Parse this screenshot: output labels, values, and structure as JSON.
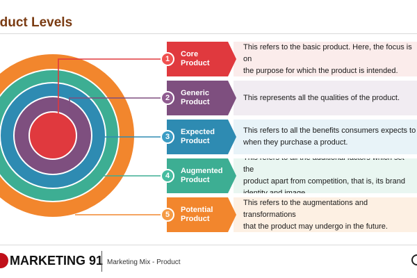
{
  "title": "oduct Levels",
  "levels": [
    {
      "number": "1",
      "name": "Core\nProduct",
      "description": "This refers to the basic product. Here, the focus is on\nthe purpose for which the product is intended.",
      "color": "#e0393e",
      "light": "#fbeceb",
      "dot": "#f0504f"
    },
    {
      "number": "2",
      "name": "Generic\nProduct",
      "description": "This represents all the qualities of the product.",
      "color": "#7e4f7f",
      "light": "#f1ecf2",
      "dot": "#8f5b90"
    },
    {
      "number": "3",
      "name": "Expected\nProduct",
      "description": "This refers to all the benefits consumers expects to\nwhen they purchase a product.",
      "color": "#2e8bb2",
      "light": "#e8f3f8",
      "dot": "#3b9cc4"
    },
    {
      "number": "4",
      "name": "Augmented\nProduct",
      "description": "This refers to all the additional factors which set the\nproduct apart from competition, that is, its brand\nidentity and image.",
      "color": "#3dae93",
      "light": "#e9f6f1",
      "dot": "#46bca0"
    },
    {
      "number": "5",
      "name": "Potential\nProduct",
      "description": "This refers to the augmentations and transformations\nthat the product may undergo in the future.",
      "color": "#f2862d",
      "light": "#fdf0e3",
      "dot": "#f59a44"
    }
  ],
  "footer": {
    "logo": "MARKETING 91",
    "caption": "Marketing Mix - Product"
  }
}
